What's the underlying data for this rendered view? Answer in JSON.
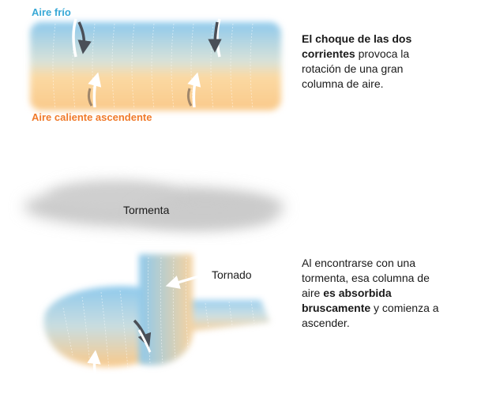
{
  "labels": {
    "cold_air": "Aire frío",
    "warm_air": "Aire caliente ascendente",
    "storm": "Tormenta",
    "tornado": "Tornado"
  },
  "note1": {
    "bold": "El choque de las dos corrientes",
    "rest": " provoca la rotación de una gran columna de aire."
  },
  "note2": {
    "part1": "Al encontrarse con una tormenta, esa columna de aire ",
    "bold": "es absorbida bruscamente",
    "part2": " y comienza a ascender."
  },
  "colors": {
    "cold": "#38a8d6",
    "warm": "#f07a2a",
    "tube_top": "#8ec9ec",
    "tube_bottom": "#f9c98a",
    "storm_cloud": "#c9c9c9"
  }
}
